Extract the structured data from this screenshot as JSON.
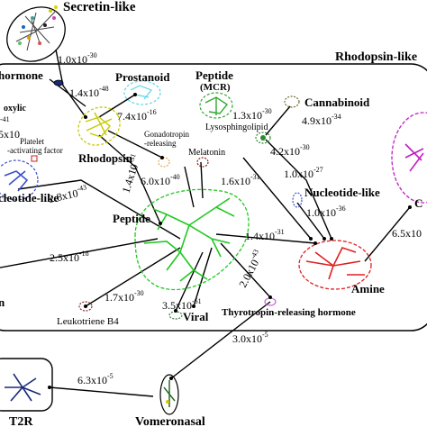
{
  "groups": {
    "secretin": "Secretin-like",
    "rhodopsin_like": "Rhodopsin-like",
    "hormone": "hormone",
    "prostanoid": "Prostanoid",
    "peptide_mcr": "Peptide",
    "mcr": "(MCR)",
    "cannabinoid": "Cannabinoid",
    "oxylic": "oxylic",
    "platelet_1": "Platelet",
    "platelet_2": "-activating factor",
    "lysosphingolipid": "Lysosphingolipid",
    "gonadotropin_1": "Gonadotropin",
    "gonadotropin_2": "-releasing",
    "melatonin": "Melatonin",
    "rhodopsin": "Rhodopsin",
    "nucleotide_left": "cleotide-like",
    "nucleotide_right": "Nucleotide-like",
    "peptide": "Peptide",
    "amine": "Amine",
    "leukotriene": "Leukotriene B4",
    "viral": "Viral",
    "trh": "Thyrotropin-releasing hormone",
    "cut_left": "n",
    "cut_right": "C",
    "t2r": "T2R",
    "vomeronasal": "Vomeronasal"
  },
  "edges": {
    "secretin_rhodopsin": {
      "base": "1.0x10",
      "exp": "-30"
    },
    "hormone": {
      "base": "1.4x10",
      "exp": "-48"
    },
    "prostanoid": {
      "base": "7.4x10",
      "exp": "-16"
    },
    "cannabinoid_pair": {
      "base": "1.3x10",
      "exp": "-30"
    },
    "cannabinoid_lyso": {
      "base": "4.9x10",
      "exp": "-34"
    },
    "lyso_amine": {
      "base": "4.2x10",
      "exp": "-30"
    },
    "oxylic": {
      "base": "",
      "exp": "-41"
    },
    "platelet": {
      "base": "5x10",
      "exp": ""
    },
    "rhodo_peptide": {
      "base": "1.4x10",
      "exp": "-31"
    },
    "gonadotropin": {
      "base": "6.0x10",
      "exp": "-40"
    },
    "melatonin": {
      "base": "1.6x10",
      "exp": "-31"
    },
    "nucleotide_right": {
      "base": "1.0x10",
      "exp": "-27"
    },
    "nucleotide_amine": {
      "base": "1.0x10",
      "exp": "-36"
    },
    "amine_c": {
      "base": "6.5x10",
      "exp": ""
    },
    "nucleotide_left": {
      "base": "2.8x10",
      "exp": "-43"
    },
    "peptide_amine": {
      "base": "1.4x10",
      "exp": "-31"
    },
    "left_peptide": {
      "base": "2.5x10",
      "exp": "-18"
    },
    "trh": {
      "base": "2.0x10",
      "exp": "-43"
    },
    "leukotriene": {
      "base": "1.7x10",
      "exp": "-30"
    },
    "viral": {
      "base": "3.5x10",
      "exp": "-61"
    },
    "vomeronasal": {
      "base": "3.0x10",
      "exp": "-5"
    },
    "t2r": {
      "base": "6.3x10",
      "exp": "-5"
    }
  },
  "colors": {
    "secretin": "#3a3a3a",
    "prostanoid": "#5fd3e8",
    "rhodopsin": "#c8c800",
    "mcr": "#2ea82e",
    "cannabinoid": "#6b6b3a",
    "lyso": "#2e8b2e",
    "gonadotropin": "#e8a84a",
    "melatonin": "#8b1a1a",
    "nucleotide": "#3a4fc8",
    "peptide": "#22c822",
    "amine": "#e02020",
    "leukotriene": "#8b2a2a",
    "viral": "#3a7a3a",
    "trh": "#c86ad8",
    "c_group": "#c020c0",
    "t2r": "#1a2a7a",
    "vomeronasal": "#2a6a2a"
  }
}
